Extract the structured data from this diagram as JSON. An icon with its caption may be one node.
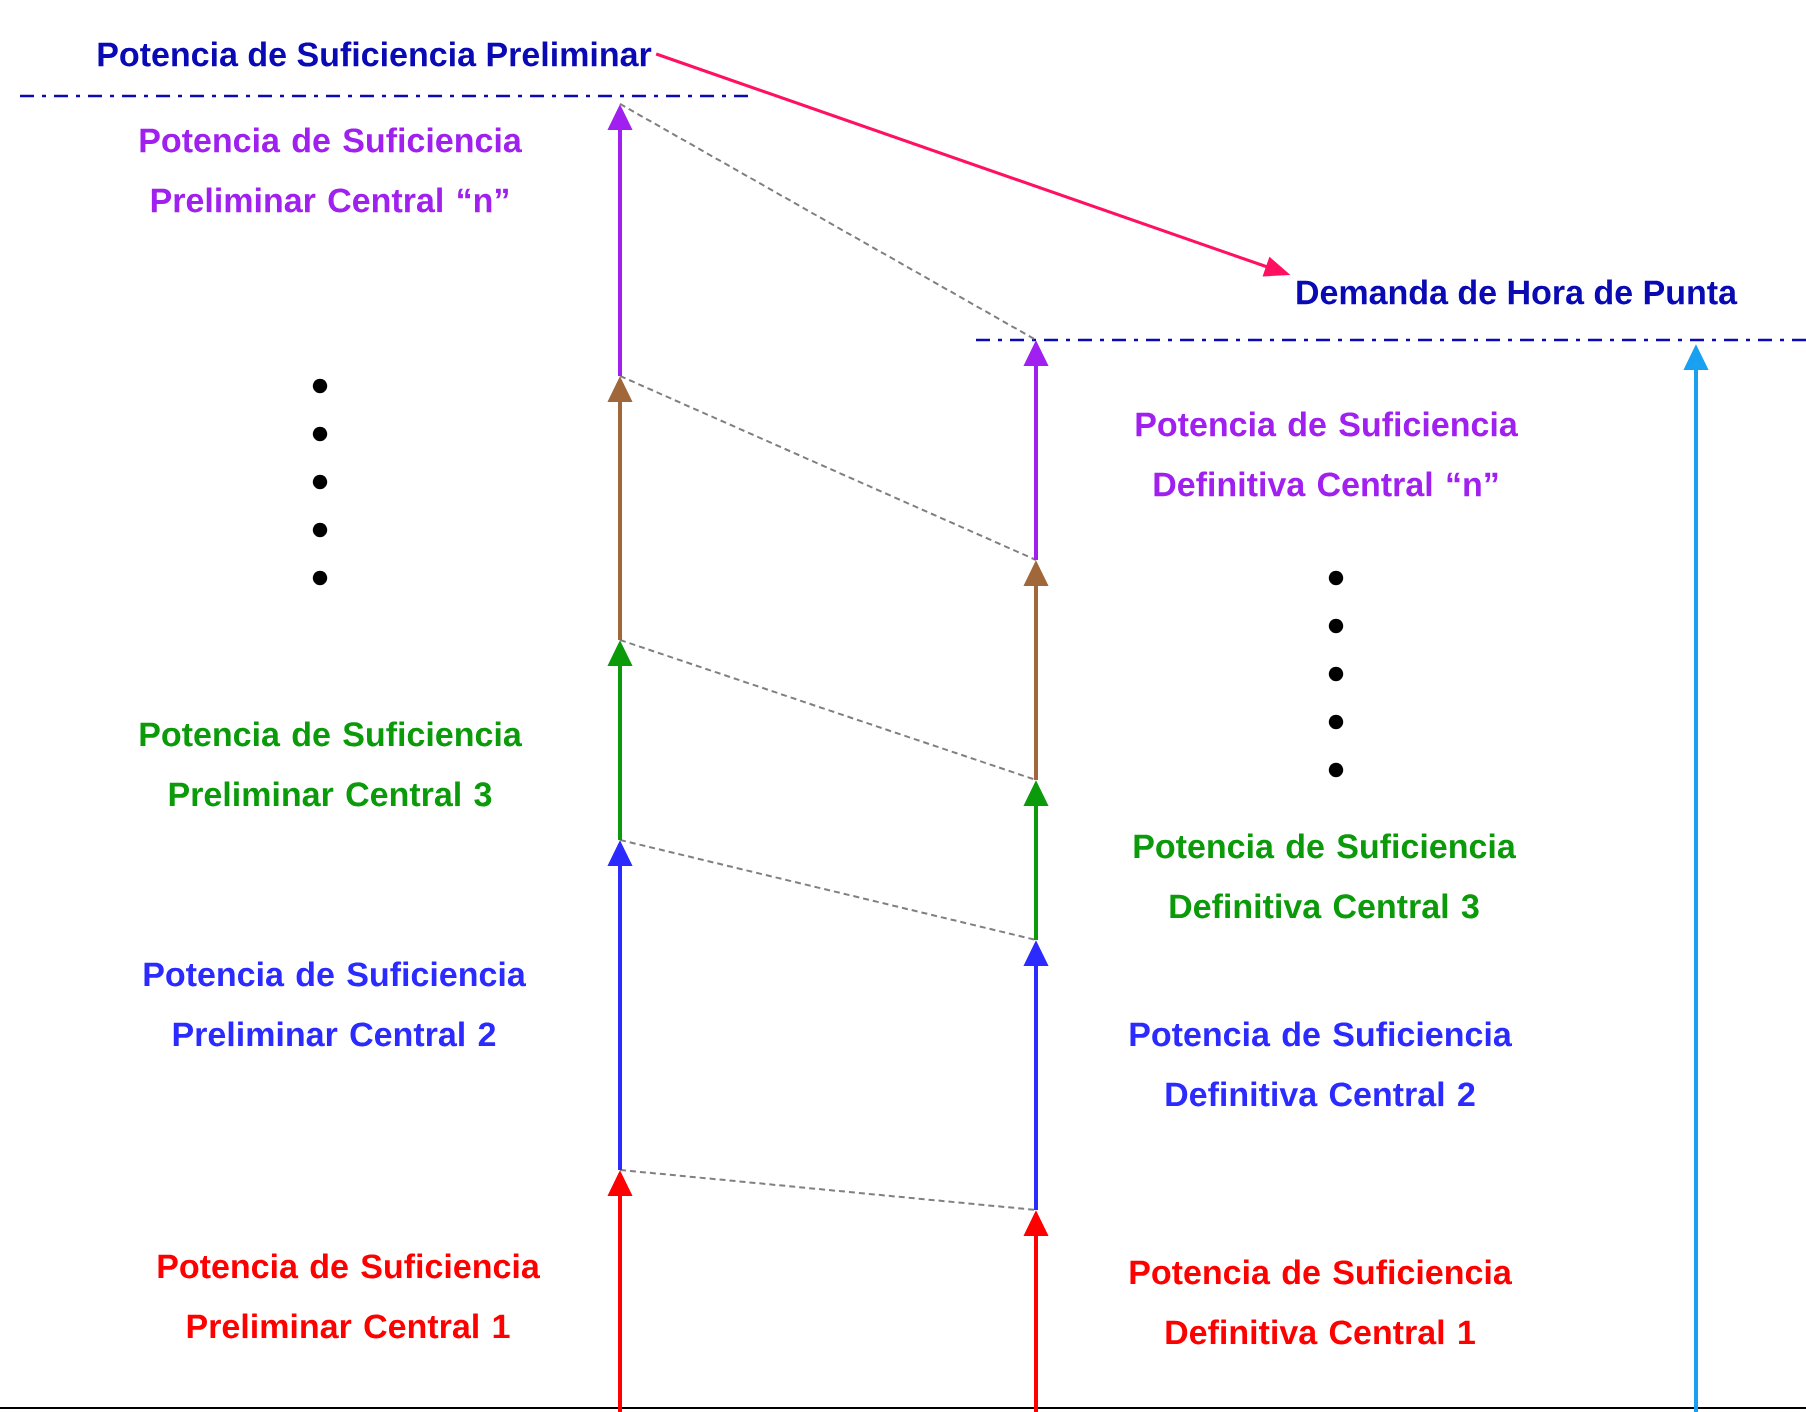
{
  "diagram": {
    "nodes": [
      {
        "text": [
          "Potencia de Suficiencia Preliminar"
        ]
      },
      {
        "text": [
          "Demanda de Hora de Punta"
        ]
      }
    ],
    "edges": [
      {
        "from": 0,
        "to": 1,
        "arrow": "to",
        "color": "#ff1060"
      }
    ],
    "labels": [
      "Potencia de Suficiencia Preliminar Central “n”",
      "Potencia de Suficiencia Definitiva Central “n”",
      "Potencia de Suficiencia Preliminar Central 3",
      "Potencia de Suficiencia Definitiva Central 3",
      "Potencia de Suficiencia Preliminar Central 2",
      "Potencia de Suficiencia Definitiva Central 2",
      "Potencia de Suficiencia Preliminar Central 1",
      "Potencia de Suficiencia Definitiva Central 1"
    ]
  }
}
